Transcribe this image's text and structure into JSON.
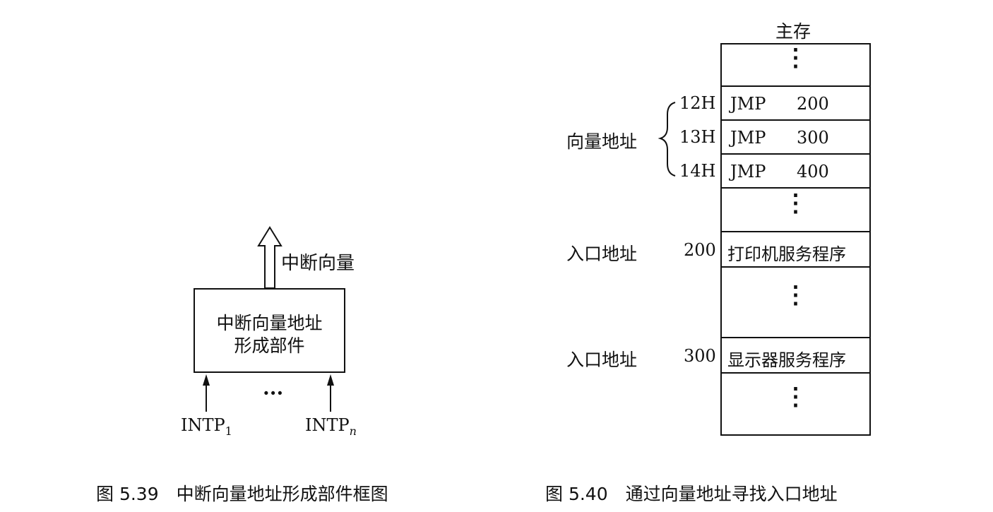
{
  "left_diagram": {
    "output_label": "中断向量",
    "block_line1": "中断向量地址",
    "block_line2": "形成部件",
    "inputs_ellipsis": "···",
    "input1_base": "INTP",
    "input1_sub": "1",
    "inputn_base": "INTP",
    "inputn_sub": "n",
    "caption": "图 5.39　中断向量地址形成部件框图"
  },
  "right_diagram": {
    "memory_title": "主存",
    "vector_label": "向量地址",
    "rows": [
      {
        "addr": "12H",
        "op": "JMP",
        "target": "200"
      },
      {
        "addr": "13H",
        "op": "JMP",
        "target": "300"
      },
      {
        "addr": "14H",
        "op": "JMP",
        "target": "400"
      }
    ],
    "entry1": {
      "label": "入口地址",
      "addr": "200",
      "content": "打印机服务程序"
    },
    "entry2": {
      "label": "入口地址",
      "addr": "300",
      "content": "显示器服务程序"
    },
    "caption": "图 5.40　通过向量地址寻找入口地址"
  }
}
